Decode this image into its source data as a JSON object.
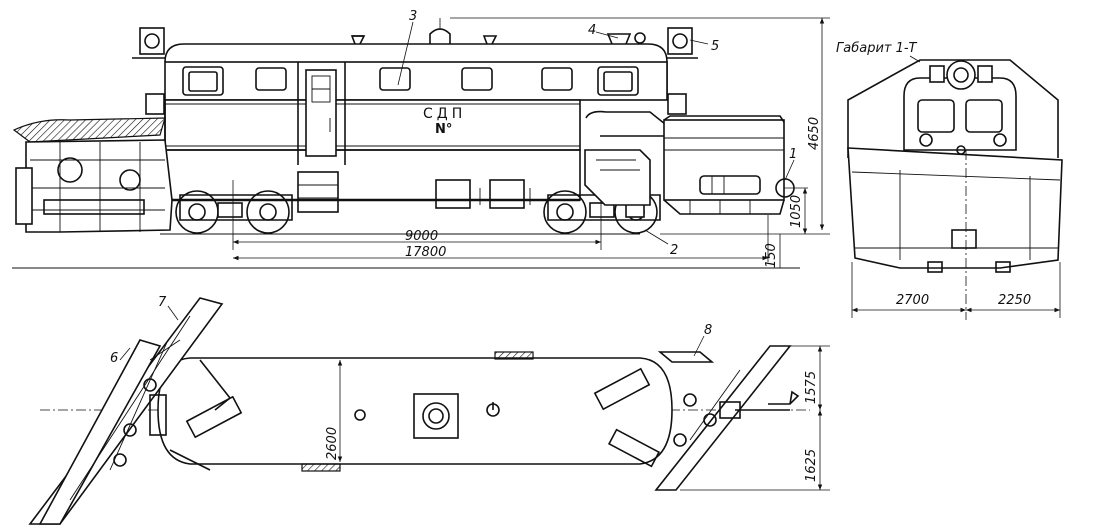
{
  "diagram": {
    "side_view": {
      "body_text_line1": "СДП",
      "body_text_line2": "N°",
      "dimensions": {
        "wheelbase": "9000",
        "overall_length": "17800",
        "height_total": "4650",
        "coupler_height": "1050",
        "rail_clearance": "150"
      }
    },
    "front_view": {
      "gauge_label": "Габарит 1-Т",
      "dimensions": {
        "left_width": "2700",
        "right_width": "2250"
      }
    },
    "plan_view": {
      "dimensions": {
        "body_width": "2600",
        "upper_offset": "1575",
        "lower_offset": "1625"
      }
    },
    "callouts": [
      "1",
      "2",
      "3",
      "4",
      "5",
      "6",
      "7",
      "8"
    ]
  }
}
